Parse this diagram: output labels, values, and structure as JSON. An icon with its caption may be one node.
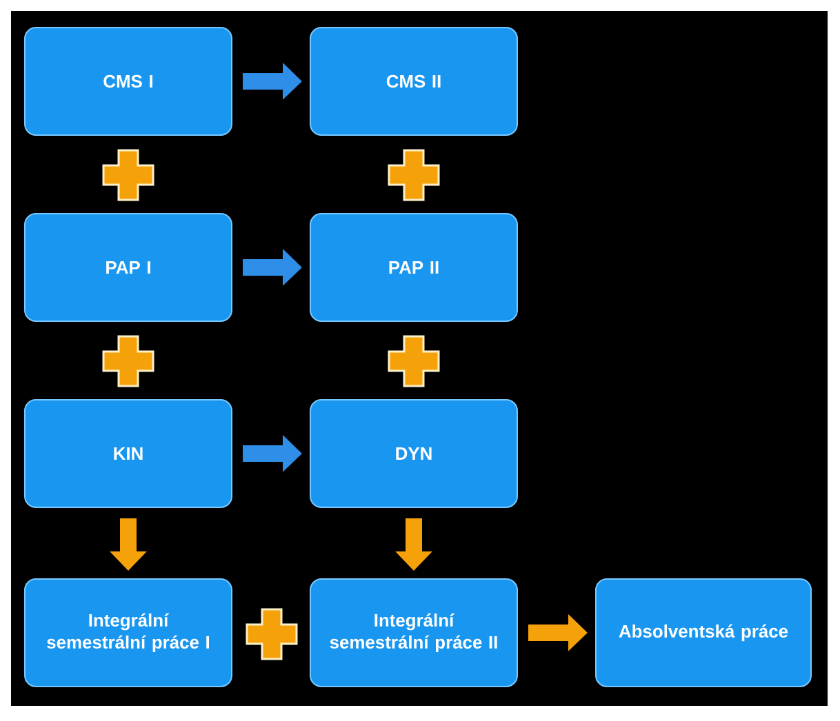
{
  "diagram": {
    "nodes": [
      {
        "text": [
          "CMS I"
        ]
      },
      {
        "text": [
          "CMS II"
        ]
      },
      {
        "text": [
          "PAP I"
        ]
      },
      {
        "text": [
          "PAP II"
        ]
      },
      {
        "text": [
          "KIN"
        ]
      },
      {
        "text": [
          "DYN"
        ]
      },
      {
        "text": [
          "Integrální semestrální práce I"
        ]
      },
      {
        "text": [
          "Integrální semestrální práce II"
        ]
      },
      {
        "text": [
          "Absolventská práce"
        ]
      }
    ],
    "edges": [
      {
        "from": 0,
        "to": 1,
        "arrow": "to",
        "color": "#2f8fe8"
      },
      {
        "from": 2,
        "to": 3,
        "arrow": "to",
        "color": "#2f8fe8"
      },
      {
        "from": 4,
        "to": 5,
        "arrow": "to",
        "color": "#2f8fe8"
      },
      {
        "from": 4,
        "to": 6,
        "arrow": "to",
        "color": "#f5a20a"
      },
      {
        "from": 5,
        "to": 7,
        "arrow": "to",
        "color": "#f5a20a"
      },
      {
        "from": 7,
        "to": 8,
        "arrow": "to",
        "color": "#f5a20a"
      }
    ]
  }
}
